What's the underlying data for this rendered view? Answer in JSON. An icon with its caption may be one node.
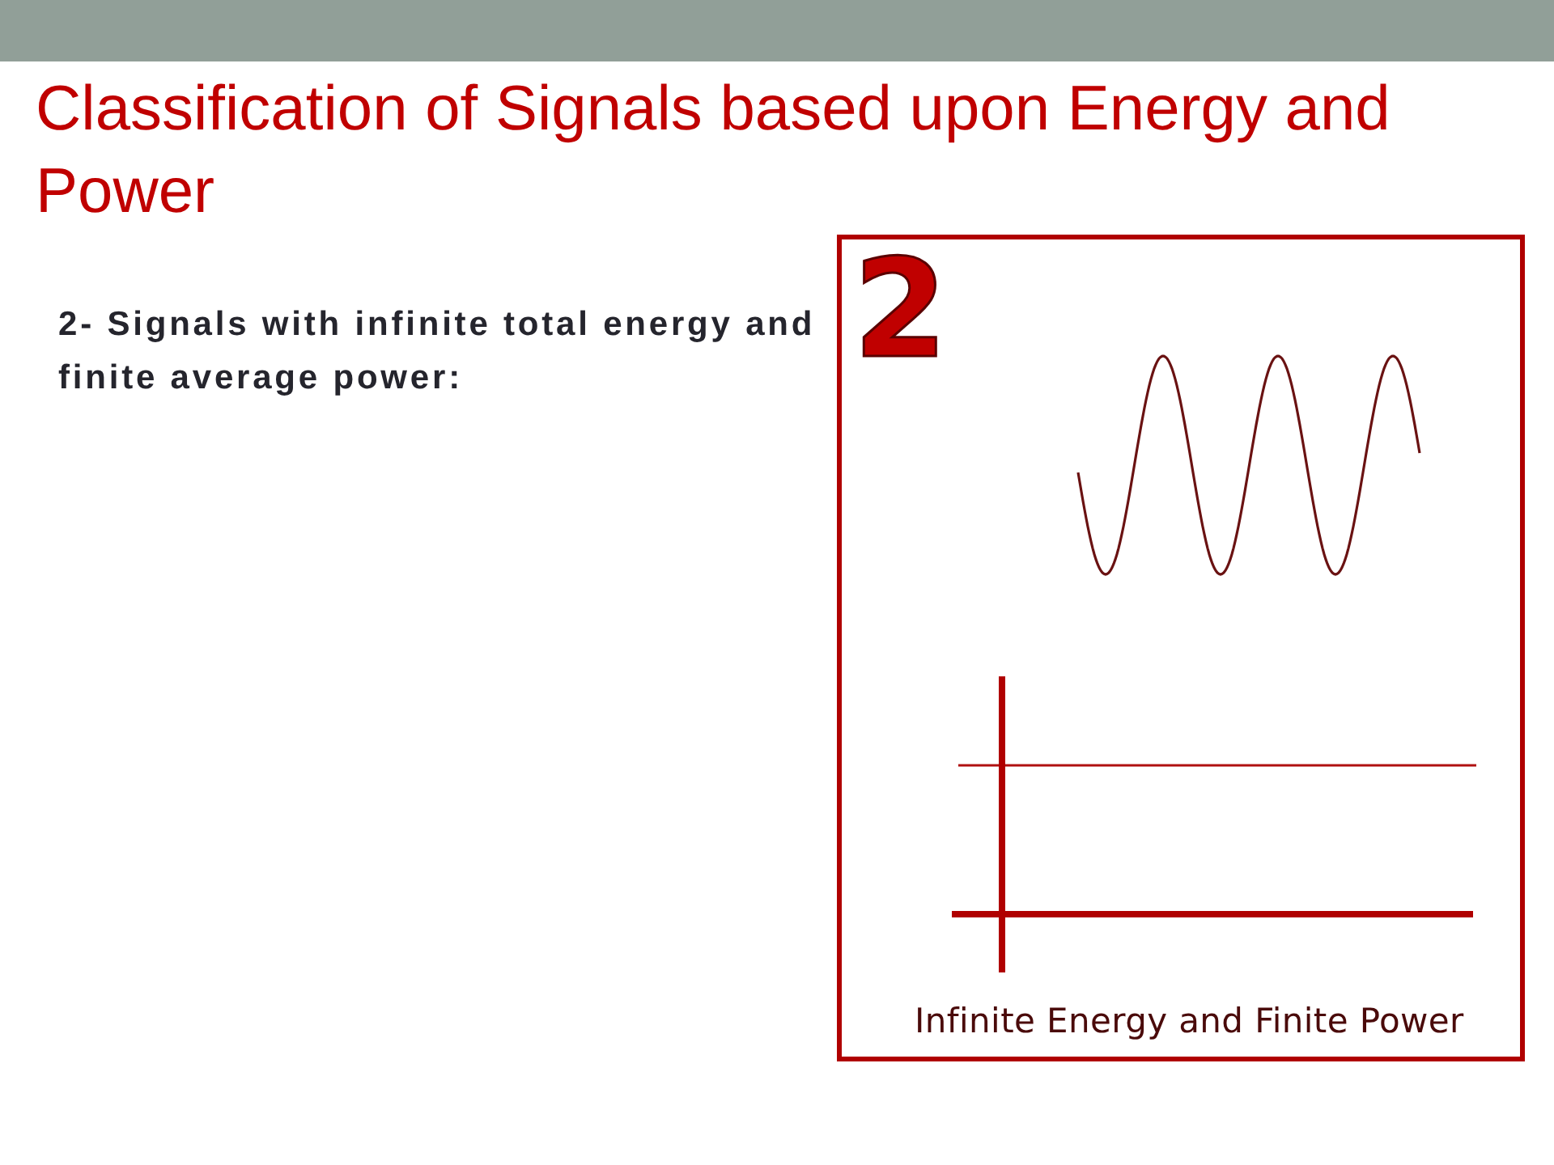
{
  "diagram": {
    "title": "Classification of Signals based upon Energy and Power",
    "nodes": [
      {
        "text": [
          "2",
          "Infinite Energy and Finite Power"
        ]
      }
    ],
    "labels": [
      "2- Signals with infinite total energy and finite average power:"
    ]
  }
}
